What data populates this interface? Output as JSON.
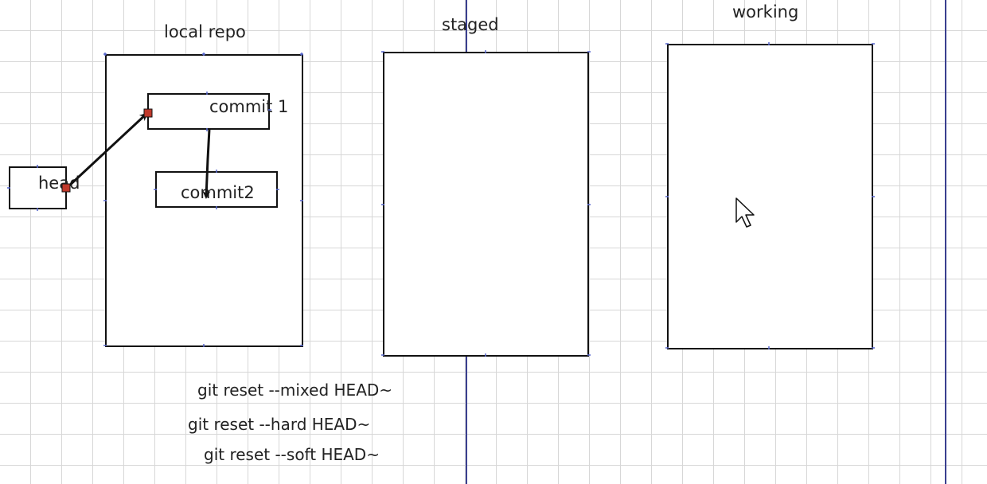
{
  "diagram": {
    "labels": {
      "local_repo": "local repo",
      "staged": "staged",
      "working": "working"
    },
    "nodes": {
      "head": "head",
      "commit1": "commit 1",
      "commit2": "commit2"
    },
    "commands": [
      "git reset --mixed HEAD~",
      "git reset --hard HEAD~",
      "git reset --soft HEAD~"
    ],
    "colors": {
      "guide_line": "#3a3f8f",
      "connector_handle": "#c0392b",
      "anchor_marker": "#5566cc"
    },
    "icons": [
      "arrow-pointer-cursor-icon"
    ]
  }
}
